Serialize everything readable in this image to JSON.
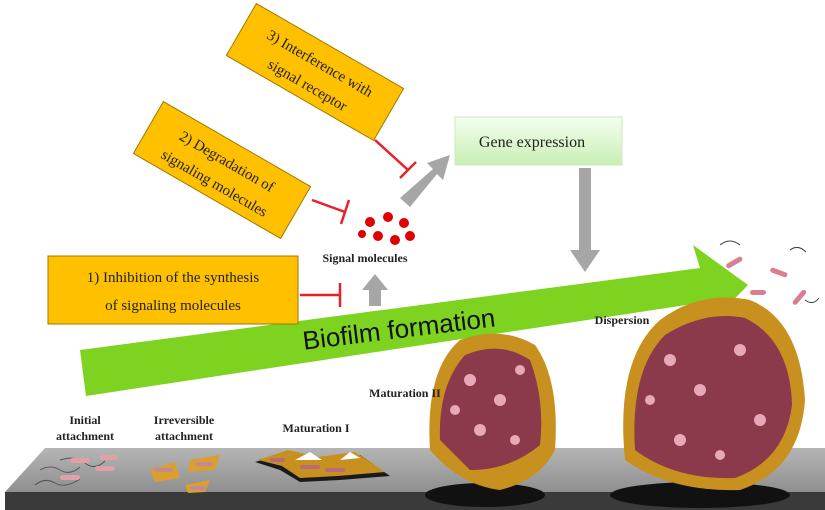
{
  "strategies": [
    {
      "line1": "1) Inhibition of the synthesis",
      "line2": "of signaling molecules"
    },
    {
      "line1": "2) Degradation of",
      "line2": "signaling molecules"
    },
    {
      "line1": "3) Interference with",
      "line2": "signal receptor"
    }
  ],
  "gene_expression": "Gene expression",
  "signal_molecules": "Signal molecules",
  "biofilm_formation": "Biofilm formation",
  "stages": {
    "initial_1": "Initial",
    "initial_2": "attachment",
    "irreversible_1": "Irreversible",
    "irreversible_2": "attachment",
    "maturation_1": "Maturation I",
    "maturation_2": "Maturation II",
    "dispersion": "Dispersion"
  },
  "colors": {
    "strategy_box": "#FFC000",
    "inhibitor": "#E8202A",
    "signal_molecule": "#E00000",
    "flow_arrow": "#A6A6A6",
    "biofilm_arrow": "#7ED321",
    "gene_box": "#E8F8E0",
    "surface": "#A8A8A8",
    "matrix": "#C8901E"
  }
}
